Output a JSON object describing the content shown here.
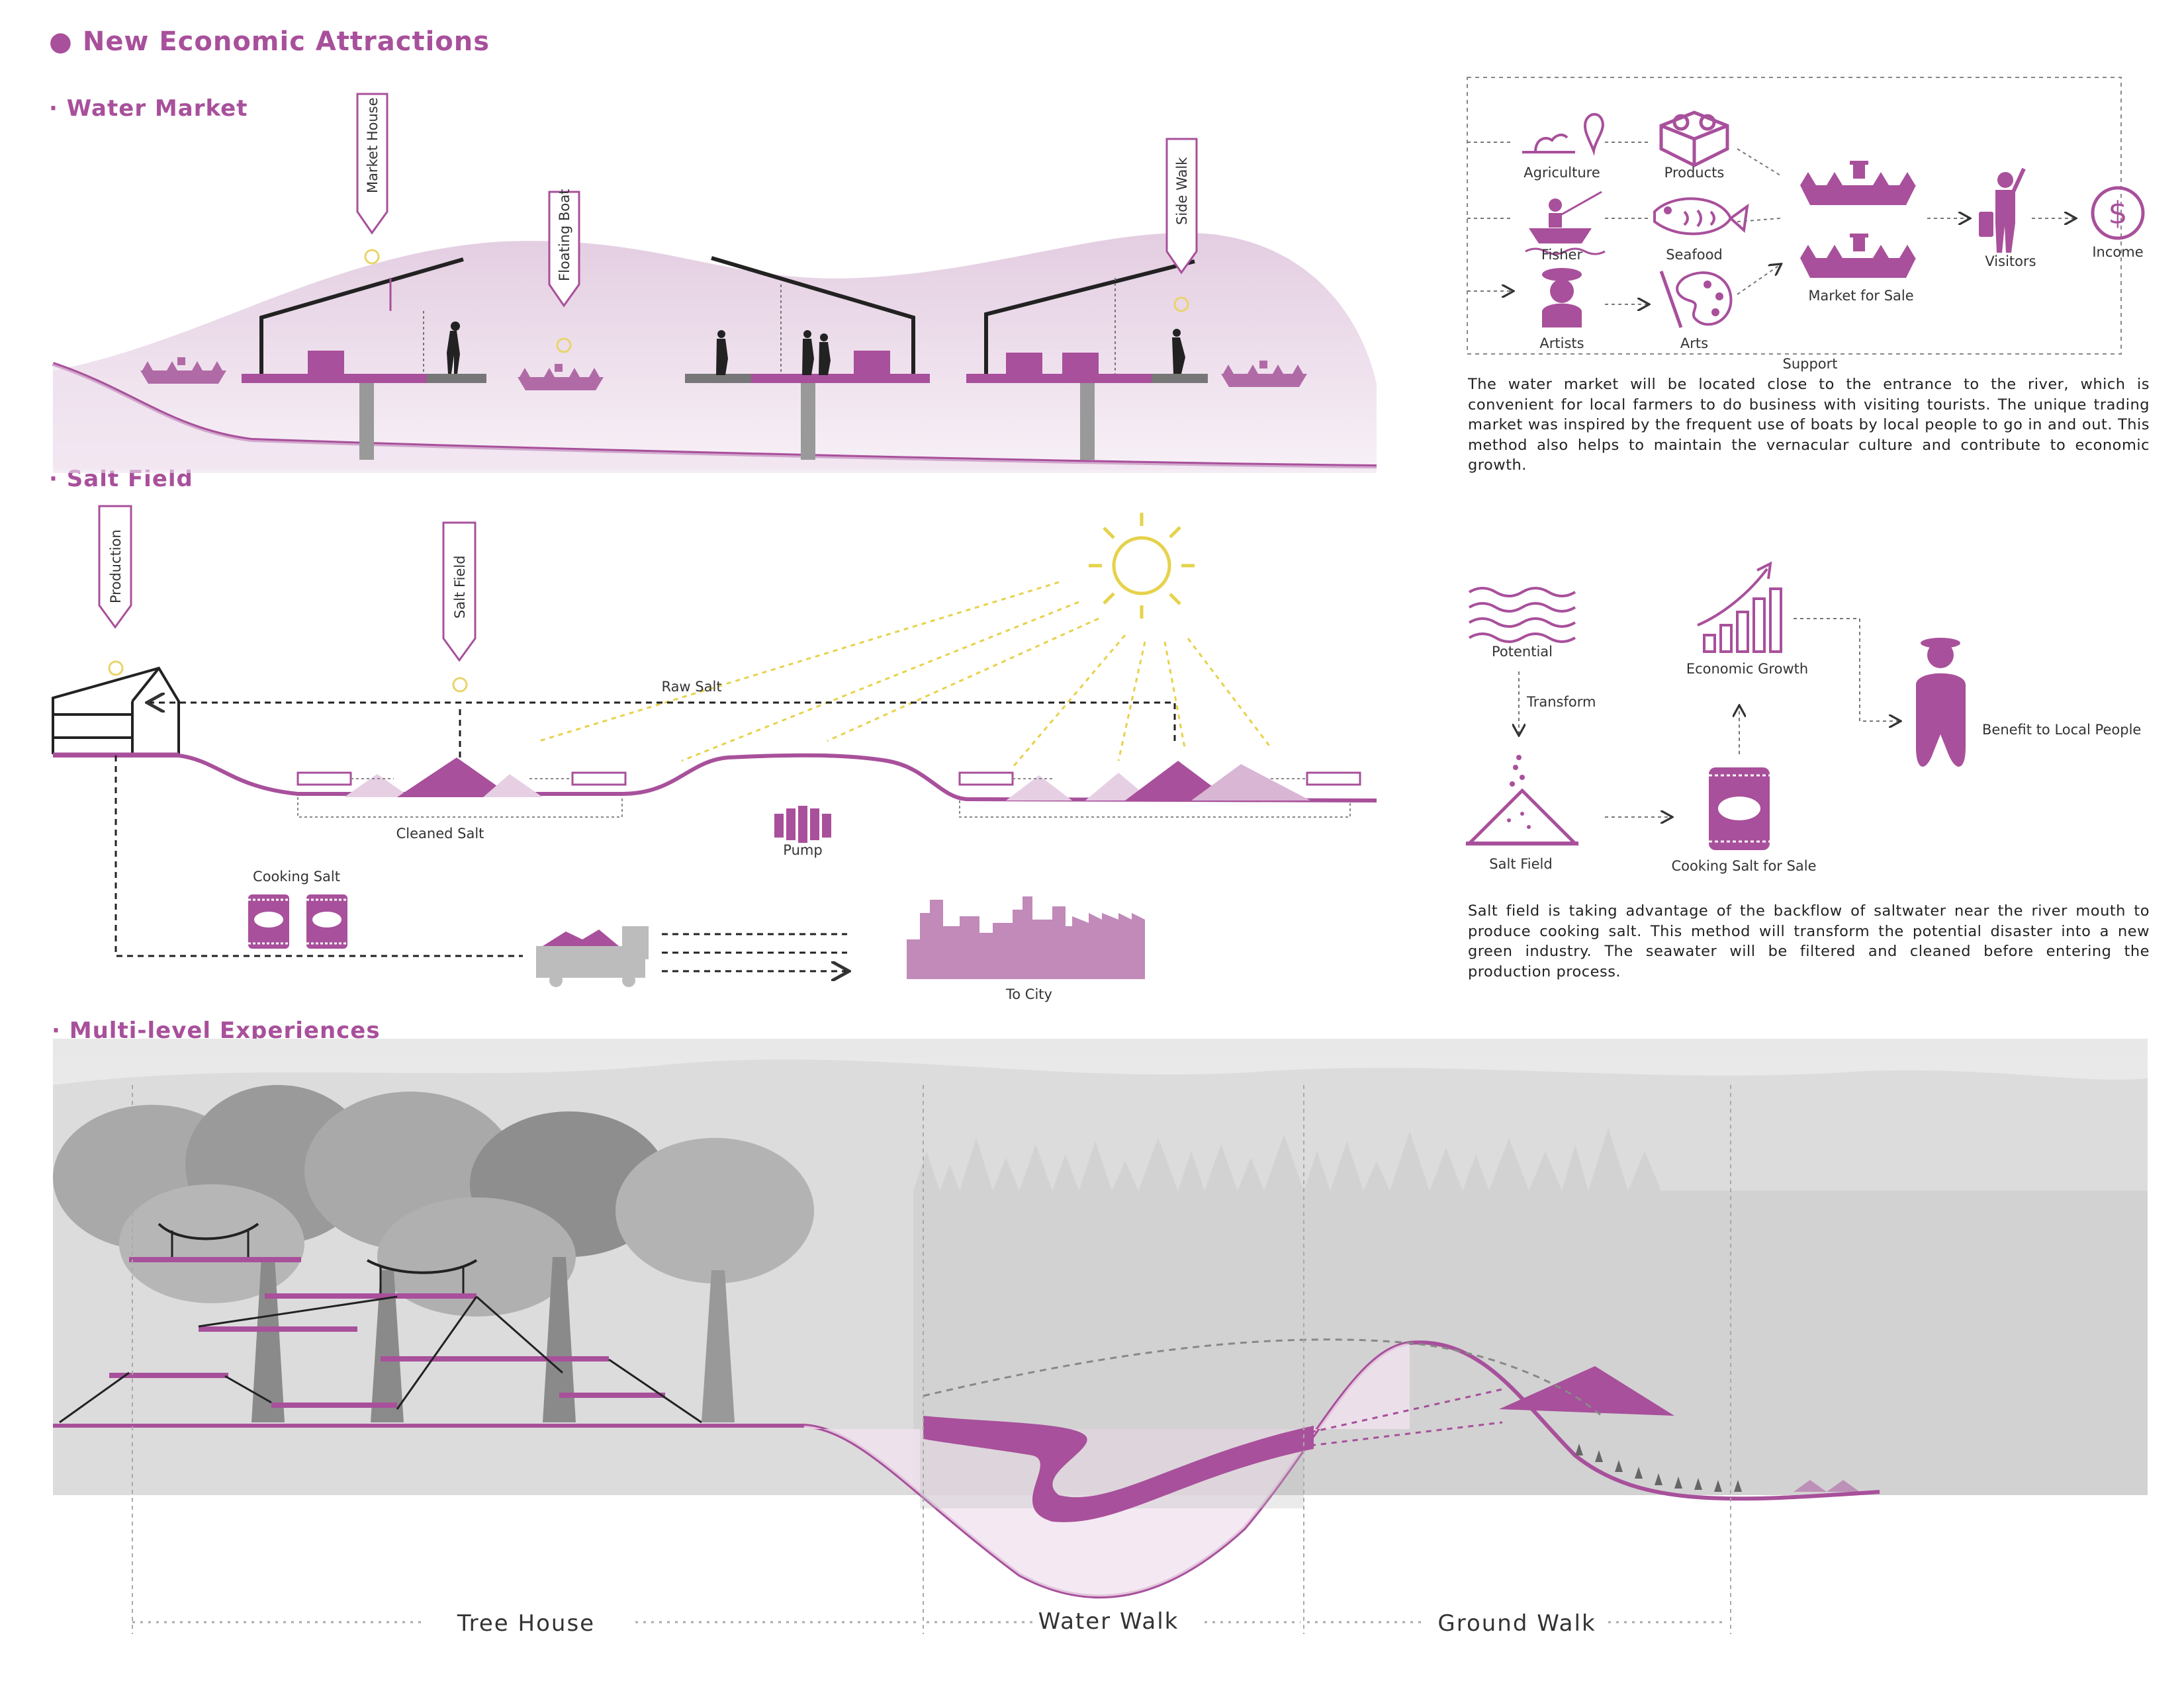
{
  "title": "New Economic Attractions",
  "accent_color": "#a8509b",
  "sections": {
    "water_market": "Water Market",
    "salt_field": "Salt Field",
    "multi_level": "Multi-level Experiences"
  },
  "water_market": {
    "tags": [
      "Market House",
      "Floating Boat",
      "Side Walk"
    ],
    "flow": {
      "sources": [
        "Agriculture",
        "Fisher",
        "Artists"
      ],
      "goods": [
        "Products",
        "Seafood",
        "Arts"
      ],
      "market": "Market for Sale",
      "visitors": "Visitors",
      "income": "Income",
      "support": "Support"
    },
    "description": "The water market will be located close to the entrance to the river, which is convenient for  local farmers to do business with visiting tourists. The unique trading market was inspired by the frequent use of boats by local people to go in and out. This method also helps to maintain the vernacular culture and contribute to economic growth."
  },
  "salt_field": {
    "tags": [
      "Production",
      "Salt Field"
    ],
    "labels": {
      "raw_salt": "Raw Salt",
      "cleaned_salt": "Cleaned Salt",
      "pump": "Pump",
      "cooking_salt": "Cooking Salt",
      "to_city": "To City"
    },
    "flow": {
      "potential": "Potential",
      "transform": "Transform",
      "salt_field": "Salt Field",
      "cooking_salt_sale": "Cooking Salt for Sale",
      "economic_growth": "Economic Growth",
      "benefit": "Benefit to Local People"
    },
    "description": "Salt field is taking advantage of the backflow of saltwater near the river mouth to produce cooking salt. This method will transform the potential disaster into a new green industry. The seawater will be filtered and cleaned before entering the production process."
  },
  "multi_level": {
    "zones": [
      "Tree House",
      "Water Walk",
      "Ground Walk"
    ]
  }
}
